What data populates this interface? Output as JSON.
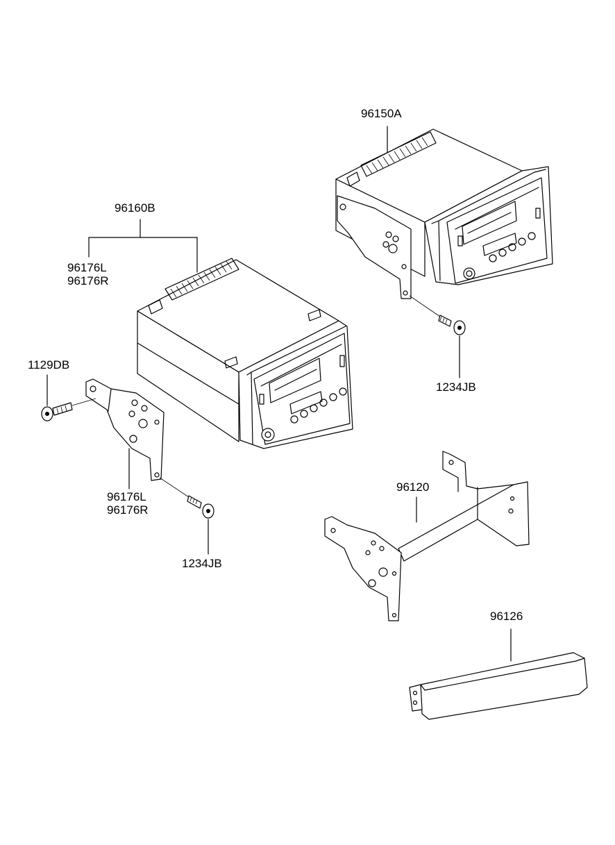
{
  "labels": {
    "unit_a": "96150A",
    "unit_b": "96160B",
    "bracket_upper_l": "96176L",
    "bracket_upper_r": "96176R",
    "bracket_lower_l": "96176L",
    "bracket_lower_r": "96176R",
    "screw_1129": "1129DB",
    "screw_right": "1234JB",
    "screw_left": "1234JB",
    "support_bracket": "96120",
    "pocket": "96126"
  }
}
